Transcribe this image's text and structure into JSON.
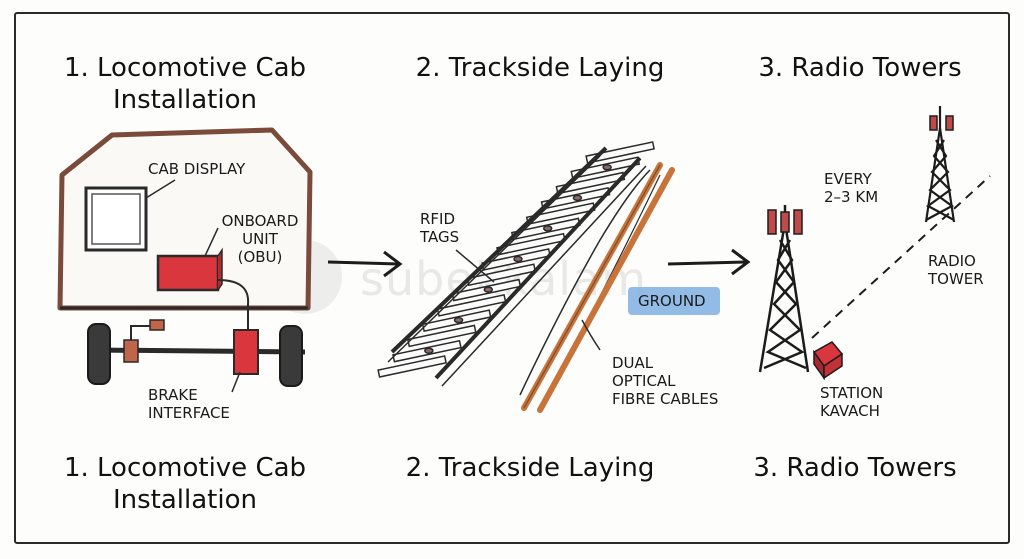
{
  "sections": {
    "cab": {
      "title_top_l1": "1. Locomotive Cab",
      "title_top_l2": "Installation",
      "title_bot_l1": "1. Locomotive Cab",
      "title_bot_l2": "Installation"
    },
    "track": {
      "title_top": "2. Trackside Laying",
      "title_bot": "2. Trackside Laying"
    },
    "radio": {
      "title_top": "3. Radio Towers",
      "title_bot": "3. Radio Towers"
    }
  },
  "labels": {
    "cab_display": "CAB DISPLAY",
    "obu_l1": "ONBOARD",
    "obu_l2": "UNIT",
    "obu_l3": "(OBU)",
    "brake_l1": "BRAKE",
    "brake_l2": "INTERFACE",
    "rfid_l1": "RFID",
    "rfid_l2": "TAGS",
    "ground": "GROUND",
    "fibre_l1": "DUAL",
    "fibre_l2": "OPTICAL",
    "fibre_l3": "FIBRE CABLES",
    "every_l1": "EVERY",
    "every_l2": "2–3 KM",
    "radio_tower_l1": "RADIO",
    "radio_tower_l2": "TOWER",
    "station_l1": "STATION",
    "station_l2": "KAVACH"
  },
  "watermark": "subekkalam",
  "colors": {
    "cab_body": "#7a4a3a",
    "unit_red": "#d9363e",
    "cable_orange": "#c8733a",
    "ground_blue": "#7fb0e2",
    "ink": "#1c1c1c"
  }
}
